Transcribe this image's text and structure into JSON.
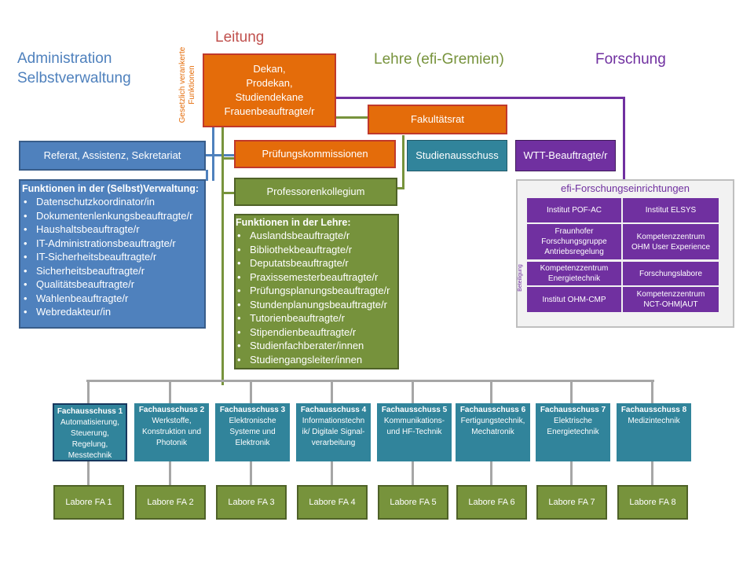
{
  "headers": {
    "leitung": "Leitung",
    "admin_line1": "Administration",
    "admin_line2": "Selbstverwaltung",
    "lehre": "Lehre (efi-Gremien)",
    "forschung": "Forschung",
    "gesetzlich_line1": "Gesetzlich verankerte",
    "gesetzlich_line2": "Funktionen",
    "beteiligung": "Beteiligung"
  },
  "colors": {
    "orange": "#e46c0a",
    "blue": "#4f81bd",
    "green": "#76923c",
    "teal": "#31849b",
    "purple": "#7030a0",
    "grey": "#a6a6a6"
  },
  "leitung_box": [
    "Dekan,",
    "Prodekan,",
    "Studiendekane",
    "Frauenbeauftragte/r"
  ],
  "fakultaetsrat": "Fakultätsrat",
  "pruefungskommissionen": "Prüfungskommissionen",
  "studienausschuss": "Studienausschuss",
  "wtt": "WTT-Beauftragte/r",
  "referat": "Referat, Assistenz, Sekretariat",
  "professorenkollegium": "Professorenkollegium",
  "verwaltung": {
    "title": "Funktionen in der (Selbst)Verwaltung:",
    "items": [
      "Datenschutzkoordinator/in",
      "Dokumentenlenkungsbeauftragte/r",
      "Haushaltsbeauftragte/r",
      "IT-Administrationsbeauftragte/r",
      "IT-Sicherheitsbeauftragte/r",
      "Sicherheitsbeauftragte/r",
      "Qualitätsbeauftragte/r",
      "Wahlenbeauftragte/r",
      "Webredakteur/in"
    ]
  },
  "lehre_funktionen": {
    "title": "Funktionen in der Lehre:",
    "items": [
      "Auslandsbeauftragte/r",
      "Bibliothekbeauftragte/r",
      "Deputatsbeauftragte/r",
      "Praxissemesterbeauftragte/r",
      "Prüfungsplanungsbeauftragte/r",
      "Stundenplanungsbeauftragte/r",
      "Tutorienbeauftragte/r",
      "Stipendienbeauftragte/r",
      "Studienfachberater/innen",
      "Studiengangsleiter/innen"
    ]
  },
  "efi": {
    "title": "efi-Forschungseinrichtungen",
    "institutes": [
      [
        "Institut POF-AC"
      ],
      [
        "Institut ELSYS"
      ],
      [
        "Fraunhofer",
        "Forschungsgruppe",
        "Antriebsregelung"
      ],
      [
        "Kompetenzzentrum",
        "OHM User Experience"
      ],
      [
        "Kompetenzzentrum",
        "Energietechnik"
      ],
      [
        "Forschungslabore"
      ],
      [
        "Institut OHM-CMP"
      ],
      [
        "Kompetenzzentrum",
        "NCT-OHM|AUT"
      ]
    ]
  },
  "fachausschuesse": [
    {
      "title": "Fachausschuss 1",
      "lines": [
        "Automatisierung,",
        "Steuerung,",
        "Regelung,",
        "Messtechnik"
      ],
      "labor": "Labore FA 1"
    },
    {
      "title": "Fachausschuss 2",
      "lines": [
        "Werkstoffe,",
        "Konstruktion und",
        "Photonik"
      ],
      "labor": "Labore FA 2"
    },
    {
      "title": "Fachausschuss 3",
      "lines": [
        "Elektronische",
        "Systeme und",
        "Elektronik"
      ],
      "labor": "Labore FA 3"
    },
    {
      "title": "Fachausschuss 4",
      "lines": [
        "Informationstechn",
        "ik/ Digitale Signal-",
        "verarbeitung"
      ],
      "labor": "Labore FA 4"
    },
    {
      "title": "Fachausschuss 5",
      "lines": [
        "Kommunikations-",
        "und HF-Technik"
      ],
      "labor": "Labore FA 5"
    },
    {
      "title": "Fachausschuss 6",
      "lines": [
        "Fertigungstechnik,",
        "Mechatronik"
      ],
      "labor": "Labore FA 6"
    },
    {
      "title": "Fachausschuss 7",
      "lines": [
        "Elektrische",
        "Energietechnik"
      ],
      "labor": "Labore FA 7"
    },
    {
      "title": "Fachausschuss 8",
      "lines": [
        "Medizintechnik"
      ],
      "labor": "Labore FA 8"
    }
  ]
}
